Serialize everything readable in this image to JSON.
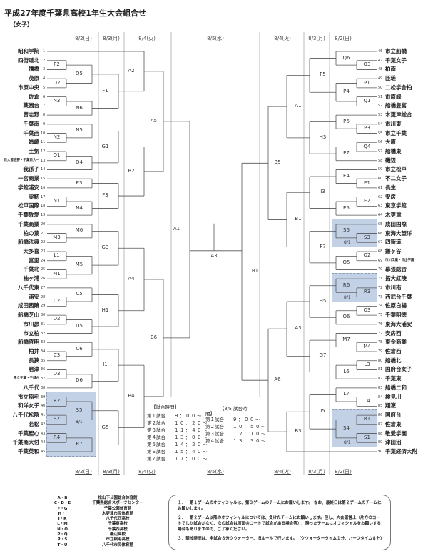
{
  "title": "平成27年度千葉県高校1年生大会組合せ",
  "subtitle": "【女子】",
  "dates_top": [
    "8/2(日)",
    "8/3(月)",
    "8/4(火)",
    "8/5(水)",
    "8/4(火)",
    "8/3(月)",
    "8/2(日)"
  ],
  "dates_bottom": [
    "8/2(日)",
    "8/3(月)",
    "8/4(火)",
    "8/5(水)",
    "8/4(火)",
    "8/3(月)",
    "8/2(日)"
  ],
  "teams": {
    "1": "昭和学院",
    "2": "四街道北",
    "3": "犢橋",
    "4": "茂原",
    "5": "市原中央",
    "6": "佐倉",
    "7": "薬園台",
    "8": "習志野",
    "9": "千葉南",
    "10": "千葉西",
    "11": "姉崎",
    "12": "土気",
    "13": "日大習志野・千葉日大一",
    "14": "我孫子",
    "15": "一宮商業",
    "16": "学館浦安",
    "17": "実籾",
    "18": "松戸国際",
    "19": "千葉敬愛",
    "20": "千葉商業",
    "21": "柏の葉",
    "22": "船橋法典",
    "23": "大多喜",
    "24": "富里",
    "25": "千葉北",
    "26": "袖ヶ浦",
    "27": "八千代東",
    "28": "浦安",
    "29": "成田西陵",
    "30": "船橋芝山",
    "31": "市川昴",
    "32": "市立柏",
    "33": "船橋啓明",
    "34": "柏井",
    "35": "長狭",
    "36": "君津",
    "37": "県立千葉・千城台",
    "38": "八千代",
    "39": "市立稲毛",
    "40": "和洋女子",
    "41": "八千代松陰",
    "42": "若松",
    "43": "千葉聖心",
    "44": "千葉商大付",
    "45": "千葉英和",
    "46": "市立船橋",
    "47": "千葉女子",
    "48": "柏南",
    "49": "匝瑳",
    "50": "二松学舎柏",
    "51": "市原緑",
    "52": "船橋豊富",
    "53": "木更津総合",
    "54": "市川東",
    "55": "市立千葉",
    "56": "大原",
    "57": "船橋東",
    "58": "磯辺",
    "59": "市立松戸",
    "60": "不二女子",
    "61": "長生",
    "62": "安房",
    "63": "東京学館",
    "64": "木更津",
    "65": "成田国際",
    "66": "東海大望洋",
    "67": "四街道",
    "68": "鎌ヶ谷",
    "69": "市川工業・日出学園",
    "70": "幕張総合",
    "71": "拓大紅陵",
    "72": "市川南",
    "73": "西武台千葉",
    "74": "佐原白楊",
    "75": "千葉明徳",
    "76": "東海大浦安",
    "77": "安房西",
    "78": "東金商業",
    "79": "佐倉西",
    "80": "船橋北",
    "81": "国府台女子",
    "82": "千葉東",
    "83": "船橋二和",
    "84": "検見川",
    "85": "翔凜",
    "86": "国府台",
    "87": "佐倉東",
    "88": "敬愛学園",
    "89": "津田沼",
    "90": "千葉経済大附"
  },
  "bracket": {
    "final": "A3",
    "left": {
      "m": "A1",
      "c": [
        {
          "m": "A5",
          "c": [
            {
              "m": "A2",
              "c": [
                1,
                {
                  "m": "F1",
                  "c": [
                    {
                      "m": "Q5",
                      "c": [
                        {
                          "m": "P2",
                          "c": [
                            2,
                            3
                          ]
                        },
                        {
                          "m": "Q2",
                          "c": [
                            4,
                            5
                          ]
                        }
                      ]
                    },
                    {
                      "m": "N6",
                      "c": [
                        {
                          "m": "N3",
                          "c": [
                            6,
                            7
                          ]
                        },
                        8
                      ]
                    }
                  ]
                }
              ]
            },
            {
              "m": "B2",
              "c": [
                {
                  "m": "G1",
                  "c": [
                    {
                      "m": "N5",
                      "c": [
                        9,
                        {
                          "m": "N2",
                          "c": [
                            10,
                            11
                          ]
                        }
                      ]
                    },
                    {
                      "m": "O4",
                      "c": [
                        {
                          "m": "O1",
                          "c": [
                            12,
                            13
                          ]
                        },
                        14
                      ]
                    }
                  ]
                },
                {
                  "m": "F3",
                  "c": [
                    {
                      "m": "E3",
                      "c": [
                        15,
                        16
                      ]
                    },
                    {
                      "m": "N4",
                      "c": [
                        {
                          "m": "N1",
                          "c": [
                            17,
                            18
                          ]
                        },
                        19
                      ]
                    }
                  ]
                }
              ]
            }
          ]
        },
        {
          "m": "B6",
          "c": [
            {
              "m": "A4",
              "c": [
                {
                  "m": "G3",
                  "c": [
                    {
                      "m": "M6",
                      "c": [
                        20,
                        {
                          "m": "M3",
                          "c": [
                            21,
                            22
                          ]
                        }
                      ]
                    },
                    {
                      "m": "M5",
                      "c": [
                        {
                          "m": "L1",
                          "c": [
                            23,
                            24
                          ]
                        },
                        {
                          "m": "M1",
                          "c": [
                            25,
                            26
                          ]
                        }
                      ]
                    }
                  ]
                },
                {
                  "m": "H1",
                  "c": [
                    {
                      "m": "C5",
                      "c": [
                        27,
                        {
                          "m": "C2",
                          "c": [
                            28,
                            29
                          ]
                        }
                      ]
                    },
                    {
                      "m": "D5",
                      "c": [
                        {
                          "m": "D2",
                          "c": [
                            30,
                            31
                          ]
                        },
                        32
                      ]
                    }
                  ]
                }
              ]
            },
            {
              "m": "B4",
              "c": [
                {
                  "m": "I1",
                  "c": [
                    {
                      "m": "C6",
                      "c": [
                        33,
                        {
                          "m": "C3",
                          "c": [
                            34,
                            35
                          ]
                        }
                      ]
                    },
                    {
                      "m": "D6",
                      "c": [
                        {
                          "m": "D3",
                          "c": [
                            36,
                            37
                          ]
                        },
                        38
                      ]
                    }
                  ]
                },
                {
                  "m": "G5",
                  "c": [
                    {
                      "m": "S5",
                      "c": [
                        {
                          "m": "R2",
                          "c": [
                            39,
                            40
                          ]
                        },
                        {
                          "m": "S2",
                          "c": [
                            41,
                            42
                          ]
                        }
                      ]
                    },
                    {
                      "m": "R7",
                      "c": [
                        {
                          "m": "R4",
                          "c": [
                            43,
                            44
                          ]
                        },
                        45
                      ]
                    }
                  ]
                }
              ]
            }
          ]
        }
      ]
    },
    "right": {
      "m": "B1",
      "c": [
        {
          "m": "B5",
          "c": [
            {
              "m": "A1",
              "c": [
                {
                  "m": "F5",
                  "c": [
                    {
                      "m": "Q6",
                      "c": [
                        46,
                        {
                          "m": "Q3",
                          "c": [
                            47,
                            48
                          ]
                        }
                      ]
                    },
                    {
                      "m": "P4",
                      "c": [
                        {
                          "m": "P1",
                          "c": [
                            49,
                            50
                          ]
                        },
                        {
                          "m": "Q1",
                          "c": [
                            51,
                            52
                          ]
                        }
                      ]
                    }
                  ]
                },
                {
                  "m": "H3",
                  "c": [
                    {
                      "m": "P6",
                      "c": [
                        53,
                        {
                          "m": "P3",
                          "c": [
                            54,
                            55
                          ]
                        }
                      ]
                    },
                    {
                      "m": "P7",
                      "c": [
                        {
                          "m": "Q4",
                          "c": [
                            56,
                            57
                          ]
                        },
                        58
                      ]
                    }
                  ]
                }
              ]
            },
            {
              "m": "B1",
              "c": [
                {
                  "m": "I3",
                  "c": [
                    {
                      "m": "E4",
                      "c": [
                        59,
                        {
                          "m": "E1",
                          "c": [
                            60,
                            61
                          ]
                        }
                      ]
                    },
                    {
                      "m": "E5",
                      "c": [
                        {
                          "m": "E2",
                          "c": [
                            62,
                            63
                          ]
                        },
                        64
                      ]
                    }
                  ]
                },
                {
                  "m": "F7",
                  "c": [
                    {
                      "m": "S6",
                      "c": [
                        65,
                        {
                          "m": "S3",
                          "c": [
                            66,
                            67
                          ]
                        }
                      ]
                    },
                    {
                      "m": "O5",
                      "c": [
                        {
                          "m": "O2",
                          "c": [
                            68,
                            69
                          ]
                        },
                        70
                      ]
                    }
                  ]
                }
              ]
            }
          ]
        },
        {
          "m": "A6",
          "c": [
            {
              "m": "A3",
              "c": [
                {
                  "m": "H5",
                  "c": [
                    {
                      "m": "R6",
                      "c": [
                        71,
                        {
                          "m": "R3",
                          "c": [
                            72,
                            73
                          ]
                        }
                      ]
                    },
                    {
                      "m": "O6",
                      "c": [
                        {
                          "m": "O3",
                          "c": [
                            74,
                            75
                          ]
                        },
                        76
                      ]
                    }
                  ]
                },
                {
                  "m": "G7",
                  "c": [
                    {
                      "m": "M7",
                      "c": [
                        77,
                        {
                          "m": "M4",
                          "c": [
                            78,
                            79
                          ]
                        }
                      ]
                    },
                    {
                      "m": "L6",
                      "c": [
                        {
                          "m": "L3",
                          "c": [
                            80,
                            81
                          ]
                        },
                        82
                      ]
                    }
                  ]
                }
              ]
            },
            {
              "m": "B3",
              "c": [
                {
                  "m": "I5",
                  "c": [
                    {
                      "m": "L7",
                      "c": [
                        83,
                        {
                          "m": "L4",
                          "c": [
                            84,
                            85
                          ]
                        }
                      ]
                    },
                    {
                      "m": "S4",
                      "c": [
                        {
                          "m": "R1",
                          "c": [
                            86,
                            87
                          ]
                        },
                        {
                          "m": "S1",
                          "c": [
                            88,
                            89
                          ]
                        }
                      ]
                    }
                  ]
                },
                90
              ]
            }
          ]
        }
      ]
    }
  },
  "shaded_groups": [
    {
      "teams": [
        39,
        45
      ],
      "label": "8/1"
    },
    {
      "teams": [
        65,
        67
      ],
      "label": "8/1"
    },
    {
      "teams": [
        71,
        73
      ],
      "label": "8/1"
    },
    {
      "teams": [
        86,
        89
      ],
      "label": "8/1"
    }
  ],
  "schedule": {
    "heading": "【試合時間】",
    "rows": [
      {
        "game": "第１試合",
        "time": "９：００～"
      },
      {
        "game": "第２試合",
        "time": "１０：２０～"
      },
      {
        "game": "第３試合",
        "time": "１１：４０～"
      },
      {
        "game": "第４試合",
        "time": "１３：００～"
      },
      {
        "game": "第５試合",
        "time": "１４：２０～"
      },
      {
        "game": "第６試合",
        "time": "１５：４０～"
      },
      {
        "game": "第７試合",
        "time": "１７：００～"
      }
    ]
  },
  "schedule_85": {
    "heading_1": "【8/5 試合時",
    "heading_2": "間】",
    "rows": [
      {
        "game": "第１試合",
        "time": "９：００～"
      },
      {
        "game": "第２試合",
        "time": "１０：５０～"
      },
      {
        "game": "第３試合",
        "time": "１２：１０～"
      },
      {
        "game": "第４試合",
        "time": "１３：３０～"
      }
    ]
  },
  "venues": [
    {
      "code": "A・B",
      "name": "松山下公園総合体育館"
    },
    {
      "code": "C・D・E",
      "name": "千葉県総合スポーツセンター"
    },
    {
      "code": "F・G",
      "name": "千葉公園体育館"
    },
    {
      "code": "H・I",
      "name": "木更津市民体育館"
    },
    {
      "code": "J・K",
      "name": "八千代西高校"
    },
    {
      "code": "L・M",
      "name": "千葉東高校"
    },
    {
      "code": "N・O",
      "name": "千葉西高校"
    },
    {
      "code": "P・Q",
      "name": "磯辺高校"
    },
    {
      "code": "R・S",
      "name": "市立稲毛高校"
    },
    {
      "code": "T・U",
      "name": "八千代市民体育館"
    }
  ],
  "notes": [
    "１．　第１ゲームのオフィシャルは、第３ゲームのチームにお願いします。 なお、最終日は第２ゲームのチームにお願いします。",
    "２．　第２ゲーム以降のオフィシャルについては、負けたチームにお願いします。但し、大会運営上（片方のコートでしか試合がなく、次の試合は両面のコートで試合がある場合等）、勝ったチームにオフィシャルをお願いする場合もありますので、ご了承ください。",
    "３．競技時間は、全試合８分クウォーター、旧ルールで行います。（クウォータータイム１分、ハーフタイム８分）"
  ],
  "colors": {
    "shade": "#c3d1e7",
    "line": "#555555",
    "separator": "#aaaaaa"
  }
}
